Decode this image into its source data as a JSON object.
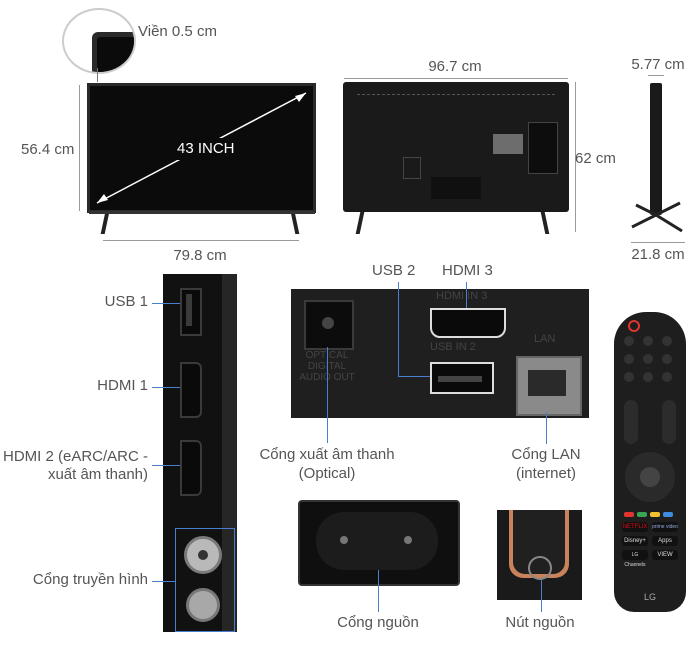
{
  "dims": {
    "bezel": "Viền 0.5 cm",
    "height_front": "56.4 cm",
    "diagonal": "43 INCH",
    "width_front": "79.8 cm",
    "width_back": "96.7 cm",
    "height_back": "62 cm",
    "depth_top": "5.77 cm",
    "depth_base": "21.8 cm"
  },
  "side_ports": {
    "usb1": "USB 1",
    "hdmi1": "HDMI 1",
    "hdmi2": "HDMI 2 (eARC/ARC -\nxuất âm thanh)",
    "antenna": "Cổng truyền hình"
  },
  "rear_ports": {
    "usb2": "USB 2",
    "hdmi3": "HDMI 3",
    "optical": "Cổng xuất âm thanh\n(Optical)",
    "lan": "Cổng LAN\n(internet)",
    "silk_hdmi": "HDMI IN 3",
    "silk_usb": "USB IN 2",
    "silk_lan": "LAN",
    "silk_optical": "OPTICAL\nDIGITAL\nAUDIO OUT"
  },
  "power": {
    "power_port": "Cổng nguồn",
    "power_button": "Nút nguồn"
  },
  "remote": {
    "brand": "LG",
    "app_buttons": [
      "NETFLIX",
      "prime video",
      "Disney+",
      "Apps",
      "LG Channels",
      "VIEW"
    ]
  },
  "colors": {
    "label": "#555555",
    "line_blue": "#4a7fd0",
    "dimension": "#9a9a9a",
    "power_red": "#e3342f",
    "copper": "#c9825a"
  }
}
